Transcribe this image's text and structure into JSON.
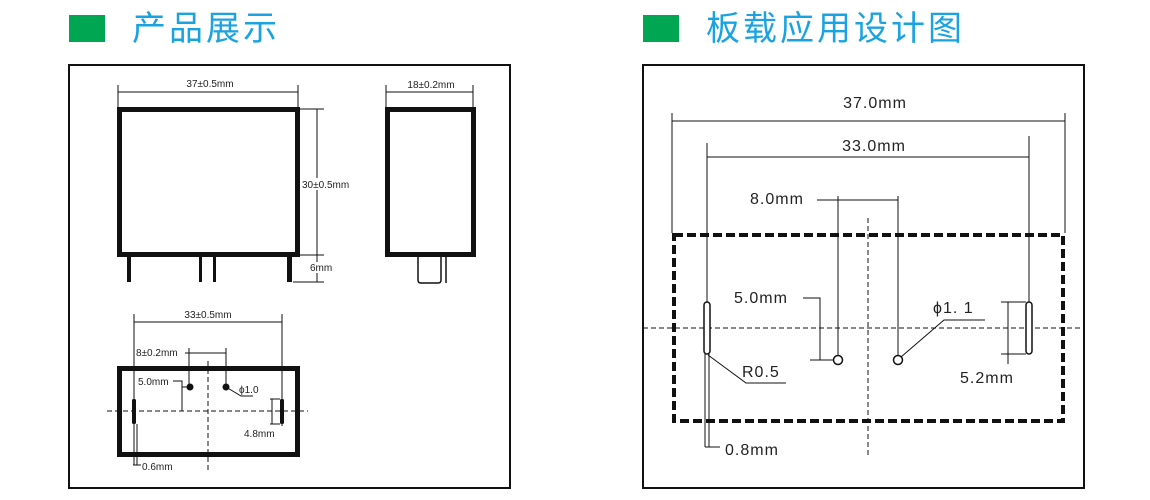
{
  "headers": {
    "left_title": "产品展示",
    "right_title": "板载应用设计图",
    "square_color": "#00a651",
    "title_color": "#1aa3e0"
  },
  "product_view": {
    "width_dim": "37±0.5mm",
    "height_dim": "30±0.5mm",
    "pin_length_dim": "6mm",
    "depth_dim": "18±0.2mm",
    "pin_spacing_dim": "33±0.5mm",
    "coil_pin_spacing_dim": "8±0.2mm",
    "coil_offset_dim": "5.0mm",
    "coil_pin_diameter": "ϕ1.0",
    "slot_length_dim": "4.8mm",
    "slot_width_dim": "0.6mm"
  },
  "pcb_layout": {
    "outline_dim": "37.0mm",
    "pin_spacing_dim": "33.0mm",
    "hole_spacing_dim": "8.0mm",
    "hole_offset_dim": "5.0mm",
    "hole_diameter": "ϕ1. 1",
    "slot_radius": "R0.5",
    "slot_length_dim": "5.2mm",
    "slot_width_dim": "0.8mm"
  }
}
